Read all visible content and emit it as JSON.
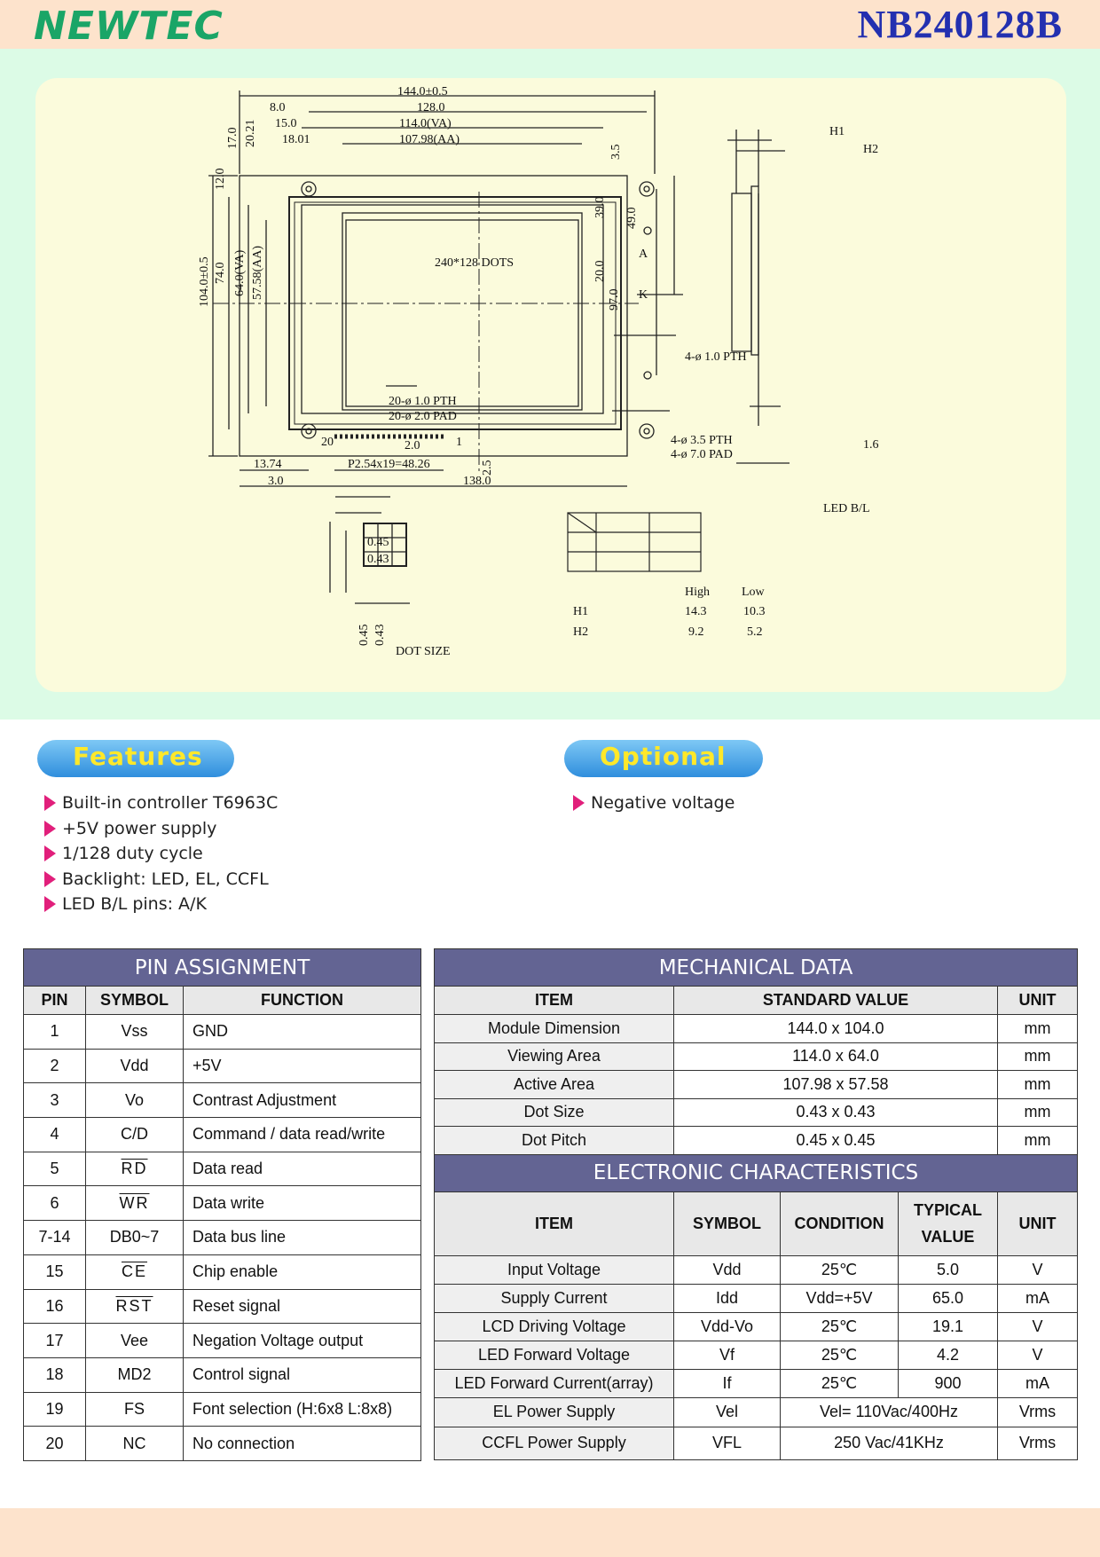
{
  "header": {
    "logo_text": "NEWTEC",
    "model": "NB240128B"
  },
  "drawing": {
    "dims_top": [
      "144.0±0.5",
      "128.0",
      "8.0",
      "15.0",
      "114.0(VA)",
      "18.01",
      "107.98(AA)"
    ],
    "dims_left": [
      "104.0±0.5",
      "74.0",
      "64.0(VA)",
      "57.58(AA)",
      "12.0",
      "17.0",
      "20.21"
    ],
    "dims_right": [
      "3.5",
      "39.0",
      "49.0",
      "20.0",
      "97.0"
    ],
    "center_label": "240*128 DOTS",
    "label_a": "A",
    "label_k": "K",
    "pth_right": "4-ø 1.0 PTH",
    "pth_bottom": "20-ø 1.0 PTH",
    "pad_bottom": "20-ø 2.0 PAD",
    "pth_corner": "4-ø 3.5 PTH",
    "pad_corner": "4-ø 7.0 PAD",
    "pin20": "20",
    "pin1": "1",
    "dim_2_0": "2.0",
    "dim_13_74": "13.74",
    "pitch": "P2.54x19=48.26",
    "dim_2_5": "2.5",
    "dim_3_0": "3.0",
    "dim_138": "138.0",
    "side_h1": "H1",
    "side_h2": "H2",
    "side_1_6": "1.6",
    "led_bl": "LED B/L",
    "dot_045a": "0.45",
    "dot_043a": "0.43",
    "dot_045b": "0.45",
    "dot_043b": "0.43",
    "dot_size": "DOT SIZE",
    "h_table": {
      "cols": [
        "High",
        "Low"
      ],
      "rows": [
        [
          "H1",
          "14.3",
          "10.3"
        ],
        [
          "H2",
          "9.2",
          "5.2"
        ]
      ]
    }
  },
  "features": {
    "title": "Features",
    "items": [
      "Built-in controller T6963C",
      "+5V power supply",
      "1/128 duty cycle",
      "Backlight: LED, EL, CCFL",
      "LED B/L pins: A/K"
    ]
  },
  "optional": {
    "title": "Optional",
    "items": [
      "Negative voltage"
    ]
  },
  "pin_assignment": {
    "title": "PIN ASSIGNMENT",
    "headers": [
      "PIN",
      "SYMBOL",
      "FUNCTION"
    ],
    "rows": [
      [
        "1",
        "Vss",
        "GND"
      ],
      [
        "2",
        "Vdd",
        "+5V"
      ],
      [
        "3",
        "Vo",
        "Contrast Adjustment"
      ],
      [
        "4",
        "C/D",
        "Command / data read/write"
      ],
      [
        "5",
        "RD",
        "Data read"
      ],
      [
        "6",
        "WR",
        "Data write"
      ],
      [
        "7-14",
        "DB0~7",
        "Data bus line"
      ],
      [
        "15",
        "CE",
        "Chip enable"
      ],
      [
        "16",
        "RST",
        "Reset signal"
      ],
      [
        "17",
        "Vee",
        "Negation Voltage output"
      ],
      [
        "18",
        "MD2",
        "Control signal"
      ],
      [
        "19",
        "FS",
        "Font selection (H:6x8 L:8x8)"
      ],
      [
        "20",
        "NC",
        "No connection"
      ]
    ]
  },
  "mechanical": {
    "title": "MECHANICAL DATA",
    "headers": [
      "ITEM",
      "STANDARD VALUE",
      "UNIT"
    ],
    "rows": [
      [
        "Module Dimension",
        "144.0 x 104.0",
        "mm"
      ],
      [
        "Viewing Area",
        "114.0 x 64.0",
        "mm"
      ],
      [
        "Active Area",
        "107.98 x 57.58",
        "mm"
      ],
      [
        "Dot Size",
        "0.43 x 0.43",
        "mm"
      ],
      [
        "Dot Pitch",
        "0.45 x 0.45",
        "mm"
      ]
    ]
  },
  "electronic": {
    "title": "ELECTRONIC CHARACTERISTICS",
    "headers": [
      "ITEM",
      "SYMBOL",
      "CONDITION",
      "TYPICAL",
      "VALUE",
      "UNIT"
    ],
    "rows": [
      [
        "Input Voltage",
        "Vdd",
        "25℃",
        "5.0",
        "V"
      ],
      [
        "Supply Current",
        "Idd",
        "Vdd=+5V",
        "65.0",
        "mA"
      ],
      [
        "LCD Driving Voltage",
        "Vdd-Vo",
        "25℃",
        "19.1",
        "V"
      ],
      [
        "LED Forward Voltage",
        "Vf",
        "25℃",
        "4.2",
        "V"
      ],
      [
        "LED Forward Current(array)",
        "If",
        "25℃",
        "900",
        "mA"
      ]
    ],
    "merged_rows": [
      [
        "EL Power Supply",
        "Vel",
        "Vel= 110Vac/400Hz",
        "Vrms"
      ],
      [
        "CCFL Power Supply",
        "VFL",
        "250 Vac/41KHz",
        "Vrms"
      ]
    ]
  }
}
